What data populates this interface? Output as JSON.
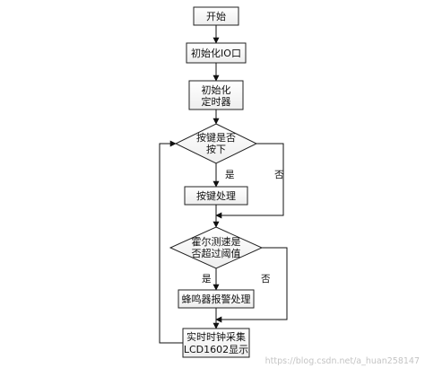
{
  "flowchart": {
    "start": "开始",
    "init_io": "初始化IO口",
    "init_timer": [
      "初始化",
      "定时器"
    ],
    "decision_key": [
      "按键是否",
      "按下"
    ],
    "key_yes": "是",
    "key_no": "否",
    "key_process": "按键处理",
    "decision_hall": [
      "霍尔测速是",
      "否超过阈值"
    ],
    "hall_yes": "是",
    "hall_no": "否",
    "buzzer_alarm": "蜂鸣器报警处理",
    "display": [
      "实时时钟采集",
      "LCD1602显示"
    ]
  },
  "watermark": "https://blog.csdn.net/a_huan258147"
}
